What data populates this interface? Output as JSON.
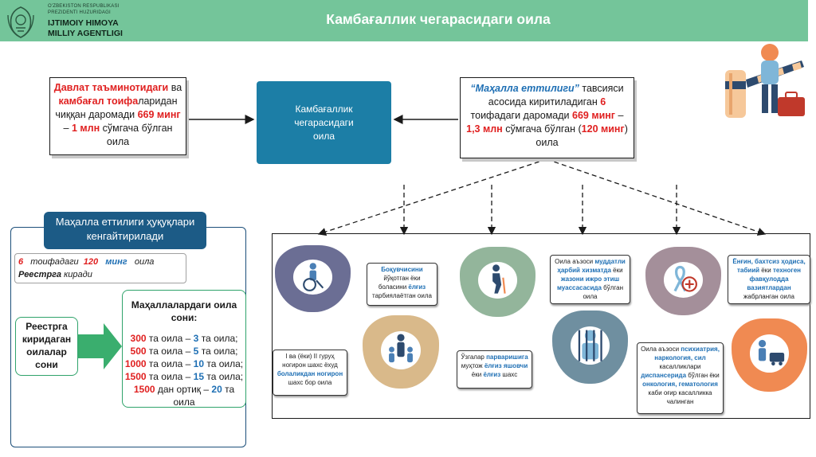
{
  "header": {
    "logo_line1": "O'ZBEKISTON RESPUBLIKASI",
    "logo_line2": "PREZIDENTI HUZURIDAGI",
    "logo_line3": "IJTIMOIY HIMOYA",
    "logo_line4": "MILLIY AGENTLIGI",
    "title": "Камбағаллик чегарасидаги оила"
  },
  "left_top": {
    "p1": "Давлат таъминотидаги",
    "p2": "ва ",
    "p3": "камбағал",
    "p4": "тоифа",
    "p5": "ларидан чиққан даромади ",
    "p6": "669 минг",
    "p7": " – ",
    "p8": "1 млн",
    "p9": " сўмгача бўлган оила"
  },
  "center_box": {
    "line1": "Камбағаллик",
    "line2": "чегарасидаги",
    "line3": "оила"
  },
  "right_top": {
    "p1": "“Маҳалла еттилиги”",
    "p2": " тавсияси асосида киритиладиган ",
    "p3": "6",
    "p4": " тоифадаги даромади ",
    "p5": "669 минг",
    "p6": " – ",
    "p7": "1,3 млн",
    "p8": " сўмгача бўлган (",
    "p9": "120 минг",
    "p10": ") оила"
  },
  "left_panel": {
    "title": "Маҳалла еттилиги ҳуқуқлари кенгайтирилади",
    "note_a": "6",
    "note_b": " тоифадаги ",
    "note_c": "120",
    "note_d": " минг",
    "note_e": " оила",
    "note_f": "Реестрга",
    "note_g": " киради",
    "reestr_label": "Реестрга киридаган оилалар сони",
    "count_title": "Маҳаллалардаги оила сони:",
    "rows": [
      {
        "a": "300",
        "b": " та оила – ",
        "c": "3",
        "d": " та оила;"
      },
      {
        "a": "500",
        "b": " та оила – ",
        "c": "5",
        "d": " та оила;"
      },
      {
        "a": "1000",
        "b": " та оила – ",
        "c": "10",
        "d": " та оила;"
      },
      {
        "a": "1500",
        "b": " та оила – ",
        "c": "15",
        "d": " та оила;"
      },
      {
        "a": "1500",
        "b": " дан ортиқ – ",
        "c": "20",
        "d": " та оила"
      }
    ]
  },
  "categories": {
    "c1_a": "Боқувчисини",
    "c1_b": "йўқотган ёки боласини ",
    "c1_c": "ёлғиз",
    "c1_d": " тарбиялаётган оила",
    "c2_a": "I ва (ёки) II гуруҳ",
    "c2_b": "ногирон шахс ёхуд ",
    "c2_c": "болаликдан ногирон",
    "c2_d": " шахс бор оила",
    "c3_a": "Ўзгалар ",
    "c3_b": "парваришига",
    "c3_c": " муҳтож ",
    "c3_d": "ёлғиз яшовчи",
    "c3_e": " ёки ",
    "c3_f": "ёлғиз",
    "c3_g": " шахс",
    "c4_a": "Оила аъзоси ",
    "c4_b": "муддатли ҳарбий хизматда",
    "c4_c": " ёки ",
    "c4_d": "жазони ижро этиш муассасасида",
    "c4_e": " бўлган оила",
    "c5_a": "Оила аъзоси ",
    "c5_b": "психиатрия, наркология, сил",
    "c5_c": " касалликлари ",
    "c5_d": "диспансерида",
    "c5_e": " бўлган ёки ",
    "c5_f": "онкология, гематология",
    "c5_g": " каби оғир касалликка чалинган",
    "c6_a": "Ёнғин, бахтсиз ҳодиса, табиий",
    "c6_b": " ёки ",
    "c6_c": "техноген фавқулодда вазиятлардан",
    "c6_d": " жабрланган оила"
  },
  "colors": {
    "header_green": "#74c59a",
    "center_blue": "#1c7ea6",
    "panel_blue": "#1c5b86",
    "accent_red": "#e02020",
    "accent_blue": "#1e6fb4",
    "arrow_green": "#3aae6e",
    "blob_navy": "#6b6e94",
    "blob_tan": "#d9b98a",
    "blob_sage": "#93b59b",
    "blob_steel": "#6f8fa0",
    "blob_mauve": "#a48f9a",
    "blob_orange": "#f08a52"
  },
  "icons": [
    "wheelchair-icon",
    "family-icon",
    "elderly-icon",
    "prisoner-icon",
    "ribbon-medical-icon",
    "emergency-icon",
    "barrier-gate-icon",
    "agency-emblem-icon"
  ]
}
